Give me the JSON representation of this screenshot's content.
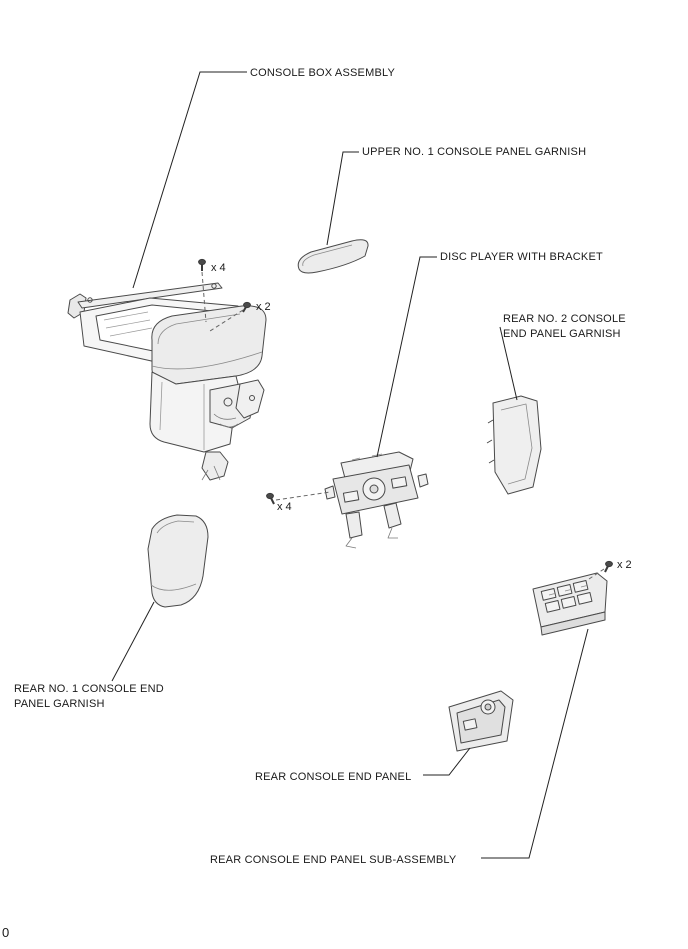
{
  "page": {
    "background": "#ffffff",
    "footer_page_number": "0"
  },
  "callouts": {
    "console_box_assembly": "CONSOLE BOX ASSEMBLY",
    "upper_no1_console_panel_garnish": "UPPER NO. 1 CONSOLE PANEL GARNISH",
    "disc_player_with_bracket": "DISC PLAYER WITH BRACKET",
    "rear_no2_console_end_panel_garnish": {
      "line1": "REAR NO. 2 CONSOLE",
      "line2": "END PANEL GARNISH"
    },
    "rear_no1_console_end_panel_garnish": {
      "line1": "REAR NO. 1 CONSOLE END",
      "line2": "PANEL GARNISH"
    },
    "rear_console_end_panel": "REAR CONSOLE END PANEL",
    "rear_console_end_panel_sub_assembly": "REAR CONSOLE END PANEL SUB-ASSEMBLY"
  },
  "fasteners": {
    "console_screw_count": "x 4",
    "console_bolt_count": "x 2",
    "disc_player_screw_count": "x 4",
    "sub_assembly_screw_count": "x 2"
  },
  "colors": {
    "line_color": "#3a3a3a",
    "label_text": "#1a1a1a",
    "part_fill": "#ececec"
  }
}
